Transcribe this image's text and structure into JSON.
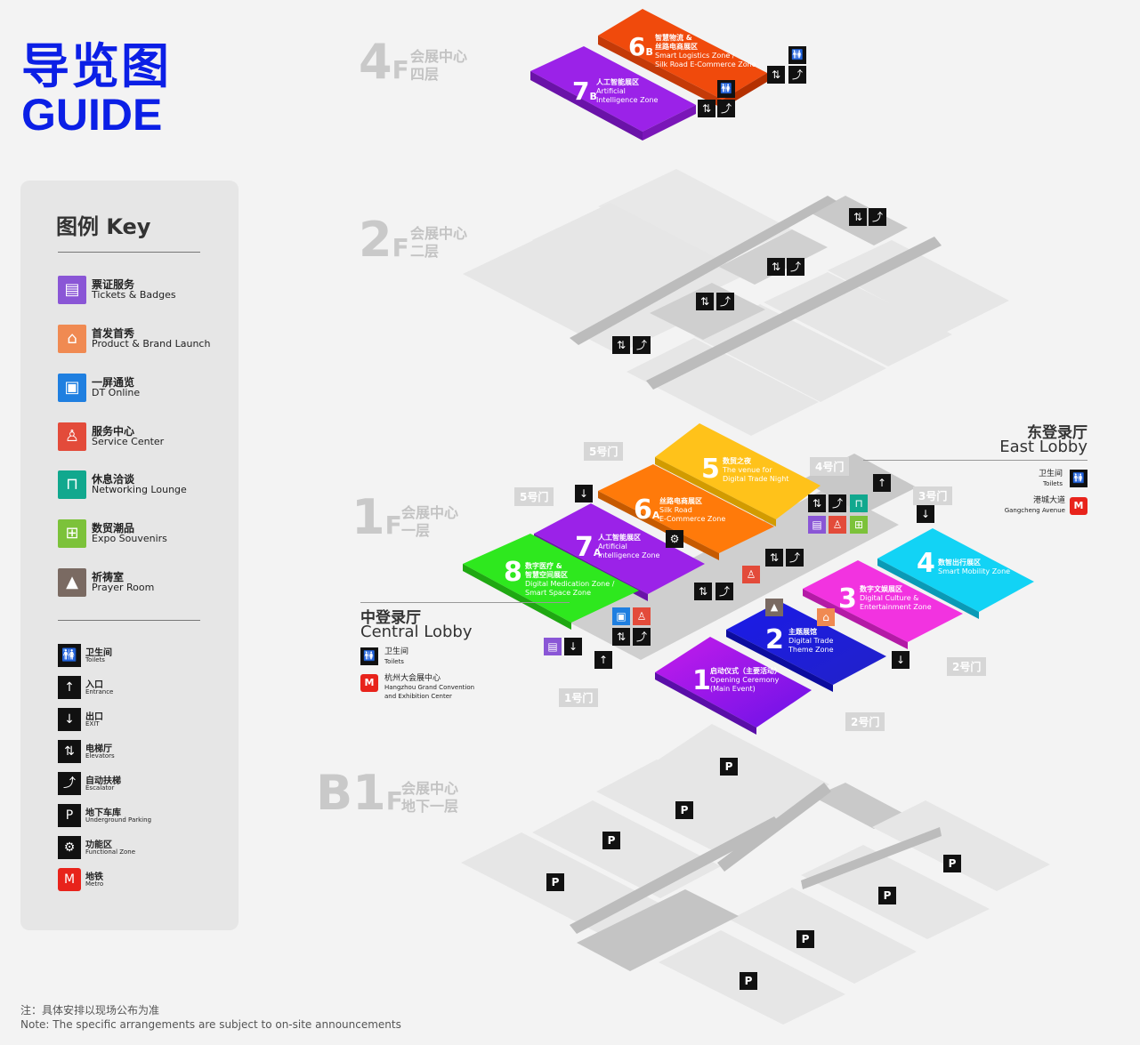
{
  "header": {
    "title_cn": "导览图",
    "title_en": "GUIDE"
  },
  "legend": {
    "title": "图例  Key",
    "zones": [
      {
        "cn": "票证服务",
        "en": "Tickets & Badges",
        "color": "#8a56d6",
        "icon": "ticket-badge-icon"
      },
      {
        "cn": "首发首秀",
        "en": "Product & Brand Launch",
        "color": "#f08a52",
        "icon": "launch-icon"
      },
      {
        "cn": "一屏通览",
        "en": "DT Online",
        "color": "#1f7fe0",
        "icon": "screen-icon"
      },
      {
        "cn": "服务中心",
        "en": "Service Center",
        "color": "#e34b3a",
        "icon": "service-desk-icon"
      },
      {
        "cn": "休息洽谈",
        "en": "Networking Lounge",
        "color": "#11a88e",
        "icon": "sofa-icon"
      },
      {
        "cn": "数贸潮品",
        "en": "Expo Souvenirs",
        "color": "#7cc23a",
        "icon": "gift-icon"
      },
      {
        "cn": "祈祷室",
        "en": "Prayer Room",
        "color": "#7a6a62",
        "icon": "prayer-icon"
      }
    ],
    "facilities": [
      {
        "cn": "卫生间",
        "en": "Toilets",
        "icon": "toilet-icon",
        "glyph": "🚻"
      },
      {
        "cn": "入口",
        "en": "Entrance",
        "icon": "entrance-icon",
        "glyph": "↑"
      },
      {
        "cn": "出口",
        "en": "EXIT",
        "icon": "exit-icon",
        "glyph": "↓"
      },
      {
        "cn": "电梯厅",
        "en": "Elevators",
        "icon": "elevator-icon",
        "glyph": "⇅"
      },
      {
        "cn": "自动扶梯",
        "en": "Escalator",
        "icon": "escalator-icon",
        "glyph": "⤴"
      },
      {
        "cn": "地下车库",
        "en": "Underground Parking",
        "icon": "parking-icon",
        "glyph": "P"
      },
      {
        "cn": "功能区",
        "en": "Functional Zone",
        "icon": "gear-icon",
        "glyph": "⚙"
      },
      {
        "cn": "地铁",
        "en": "Metro",
        "icon": "metro-icon",
        "glyph": "M"
      }
    ]
  },
  "floors": {
    "f4": {
      "num": "4",
      "unit": "F",
      "cn1": "会展中心",
      "cn2": "四层"
    },
    "f2": {
      "num": "2",
      "unit": "F",
      "cn1": "会展中心",
      "cn2": "二层"
    },
    "f1": {
      "num": "1",
      "unit": "F",
      "cn1": "会展中心",
      "cn2": "一层"
    },
    "b1": {
      "num": "B1",
      "unit": "F",
      "cn1": "会展中心",
      "cn2": "地下一层"
    }
  },
  "zones": {
    "z6b": {
      "num": "6",
      "sub": "B",
      "cn": "智慧物流 &",
      "cn2": "丝路电商展区",
      "en1": "Smart Logistics Zone /",
      "en2": "Silk Road E-Commerce Zone",
      "color": "#f04a0c"
    },
    "z7b": {
      "num": "7",
      "sub": "B",
      "cn": "人工智能展区",
      "en1": "Artificial",
      "en2": "Intelligence Zone",
      "color": "#9b22e8"
    },
    "z5": {
      "num": "5",
      "cn": "数贸之夜",
      "en1": "The venue for",
      "en2": "Digital Trade Night",
      "color": "#ffc21a"
    },
    "z6a": {
      "num": "6",
      "sub": "A",
      "cn": "丝路电商展区",
      "en1": "Silk Road",
      "en2": "E-Commerce Zone",
      "color": "#ff7a0a"
    },
    "z7a": {
      "num": "7",
      "sub": "A",
      "cn": "人工智能展区",
      "en1": "Artificial",
      "en2": "Intelligence Zone",
      "color": "#9b22e8"
    },
    "z8": {
      "num": "8",
      "cn": "数字医疗 &",
      "cn2": "智慧空间展区",
      "en1": "Digital Medication Zone /",
      "en2": "Smart Space Zone",
      "color": "#2ee81e"
    },
    "z4": {
      "num": "4",
      "cn": "数智出行展区",
      "en1": "Smart Mobility Zone",
      "color": "#12d3f5"
    },
    "z3": {
      "num": "3",
      "cn": "数字文娱展区",
      "en1": "Digital Culture &",
      "en2": "Entertainment Zone",
      "color": "#f233e0"
    },
    "z2": {
      "num": "2",
      "cn": "主题展馆",
      "en1": "Digital Trade",
      "en2": "Theme Zone",
      "color": "#1515e6"
    },
    "z1": {
      "num": "1",
      "cn": "启动仪式（主要活动）",
      "en1": "Opening Ceremony",
      "en2": "(Main Event)",
      "color": "#b116e8"
    }
  },
  "gates": {
    "g5a": "5号门",
    "g5b": "5号门",
    "g4": "4号门",
    "g3": "3号门",
    "g2a": "2号门",
    "g2b": "2号门",
    "g1": "1号门"
  },
  "east_lobby": {
    "cn": "东登录厅",
    "en": "East Lobby",
    "toilet_cn": "卫生间",
    "toilet_en": "Toilets",
    "metro_cn": "港城大道",
    "metro_en": "Gangcheng Avenue"
  },
  "central_lobby": {
    "cn": "中登录厅",
    "en": "Central Lobby",
    "toilet_cn": "卫生间",
    "toilet_en": "Toilets",
    "metro_cn": "杭州大会展中心",
    "metro_en1": "Hangzhou Grand Convention",
    "metro_en2": "and Exhibition Center"
  },
  "footer": {
    "note_cn": "注：具体安排以现场公布为准",
    "note_en": "Note: The specific arrangements are subject to on-site announcements"
  },
  "colors": {
    "accent": "#0b1fe6",
    "metro": "#e8231b",
    "grey_hall": "#e2e2e2",
    "grey_dark": "#bdbdbd"
  }
}
